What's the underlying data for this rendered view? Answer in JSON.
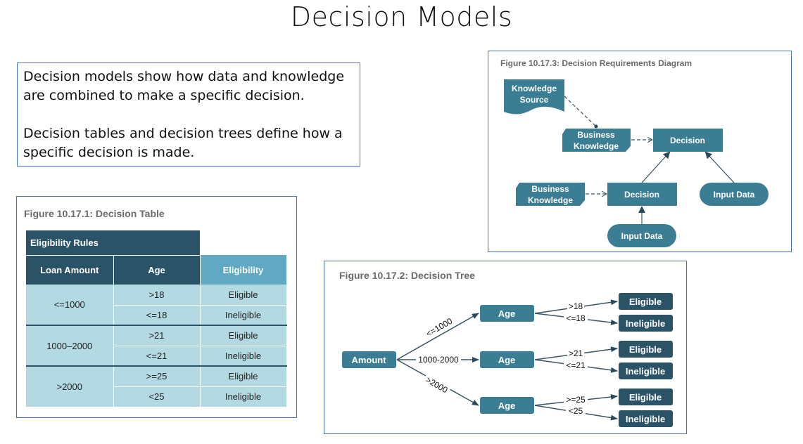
{
  "slide": {
    "title": "Decision Models",
    "intro_paragraphs": [
      "Decision models show how data and knowledge are combined to make a specific decision.",
      "Decision tables and decision trees define how a specific decision is made."
    ]
  },
  "colors": {
    "dark_teal": "#2b5368",
    "mid_teal": "#3b7d93",
    "light_teal": "#61a8c2",
    "pale_teal": "#b3d9e3",
    "panel_border": "#4a72b0"
  },
  "decision_table": {
    "caption": "Figure 10.17.1: Decision Table",
    "group_header": "Eligibility Rules",
    "columns": [
      "Loan Amount",
      "Age",
      "Eligibility"
    ],
    "groups": [
      {
        "amount": "<=1000",
        "rows": [
          {
            "age": ">18",
            "result": "Eligible"
          },
          {
            "age": "<=18",
            "result": "Ineligible"
          }
        ]
      },
      {
        "amount": "1000–2000",
        "rows": [
          {
            "age": ">21",
            "result": "Eligible"
          },
          {
            "age": "<=21",
            "result": "Ineligible"
          }
        ]
      },
      {
        "amount": ">2000",
        "rows": [
          {
            "age": ">=25",
            "result": "Eligible"
          },
          {
            "age": "<25",
            "result": "Ineligible"
          }
        ]
      }
    ]
  },
  "decision_tree": {
    "caption": "Figure 10.17.2: Decision Tree",
    "root": "Amount",
    "branches": [
      {
        "edge": "<=1000",
        "node": "Age",
        "leaves": [
          {
            "edge": ">18",
            "node": "Eligible"
          },
          {
            "edge": "<=18",
            "node": "Ineligible"
          }
        ]
      },
      {
        "edge": "1000-2000",
        "node": "Age",
        "leaves": [
          {
            "edge": ">21",
            "node": "Eligible"
          },
          {
            "edge": "<=21",
            "node": "Ineligible"
          }
        ]
      },
      {
        "edge": ">2000",
        "node": "Age",
        "leaves": [
          {
            "edge": ">=25",
            "node": "Eligible"
          },
          {
            "edge": "<25",
            "node": "Ineligible"
          }
        ]
      }
    ]
  },
  "drd": {
    "caption": "Figure 10.17.3: Decision Requirements Diagram",
    "knowledge_source": [
      "Knowledge",
      "Source"
    ],
    "business_knowledge_top": [
      "Business",
      "Knowledge"
    ],
    "decision_top": "Decision",
    "business_knowledge_bottom": [
      "Business",
      "Knowledge"
    ],
    "decision_bottom": "Decision",
    "input_data_right": "Input Data",
    "input_data_bottom": "Input Data"
  }
}
